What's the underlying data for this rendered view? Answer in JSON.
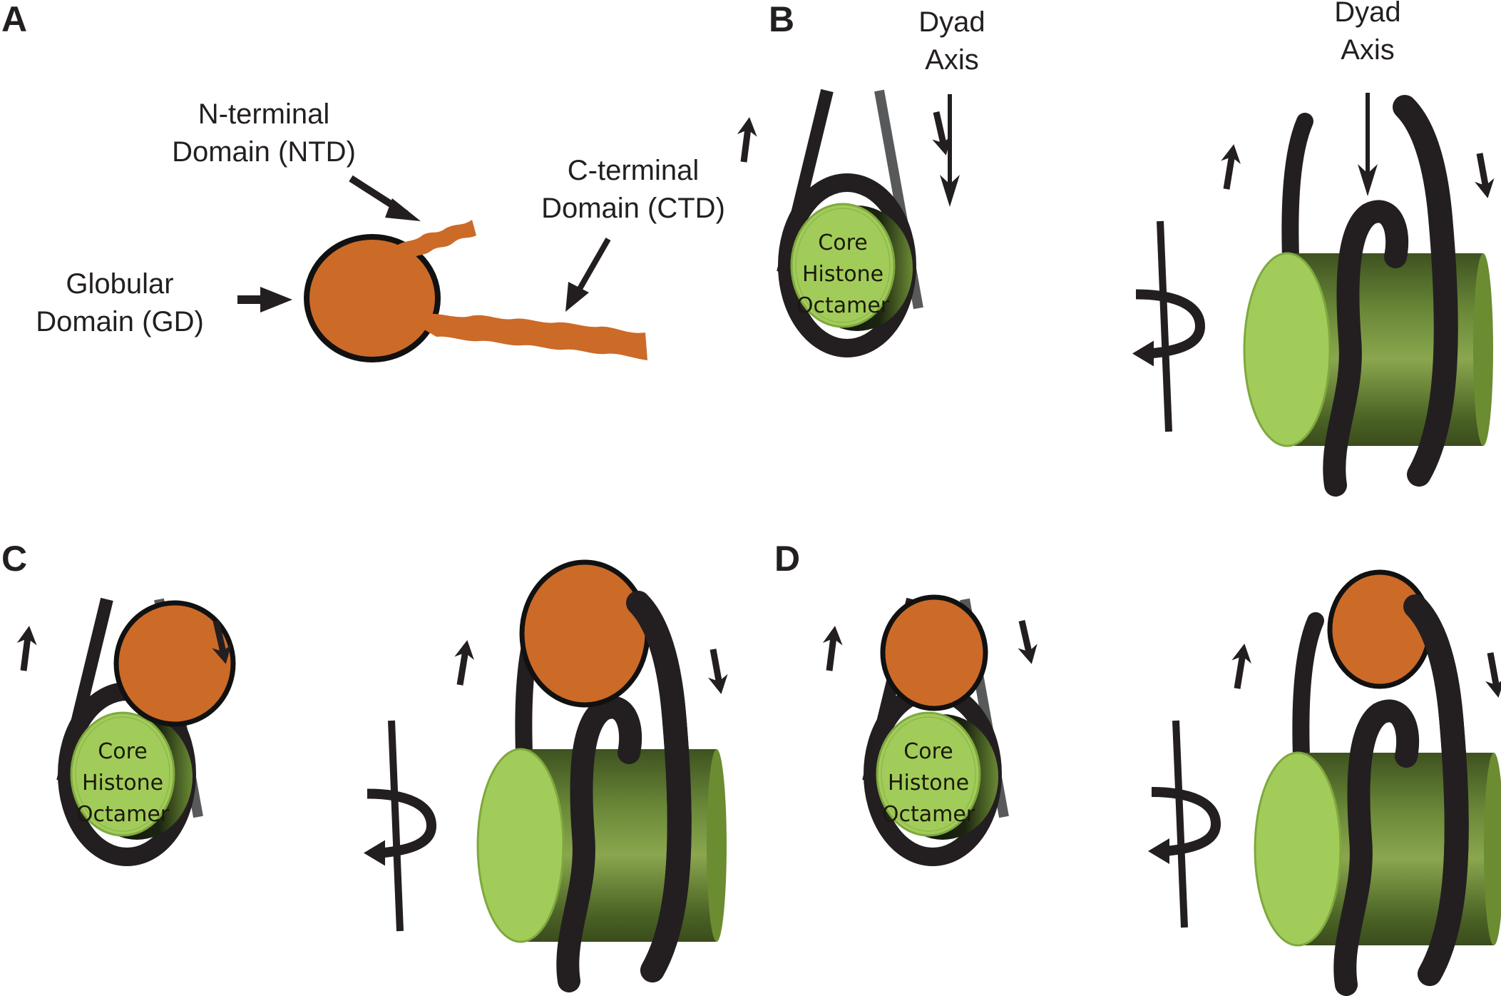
{
  "figure": {
    "panels": {
      "A": {
        "letter": "A",
        "labels": {
          "ntd_line1": "N-terminal",
          "ntd_line2": "Domain (NTD)",
          "ctd_line1": "C-terminal",
          "ctd_line2": "Domain (CTD)",
          "gd_line1": "Globular",
          "gd_line2": "Domain (GD)"
        }
      },
      "B": {
        "letter": "B",
        "dyad_left_line1": "Dyad",
        "dyad_left_line2": "Axis",
        "dyad_right_line1": "Dyad",
        "dyad_right_line2": "Axis",
        "core_line1": "Core",
        "core_line2": "Histone",
        "core_line3": "Octamer"
      },
      "C": {
        "letter": "C",
        "core_line1": "Core",
        "core_line2": "Histone",
        "core_line3": "Octamer"
      },
      "D": {
        "letter": "D",
        "core_line1": "Core",
        "core_line2": "Histone",
        "core_line3": "Octamer"
      }
    },
    "colors": {
      "linker_histone": "#cc6a28",
      "dna": "#231f20",
      "dna_back": "#58595b",
      "octamer_face": "#a2cc5a",
      "octamer_side_dark": "#3e5220",
      "octamer_side_light": "#85a24a"
    }
  }
}
